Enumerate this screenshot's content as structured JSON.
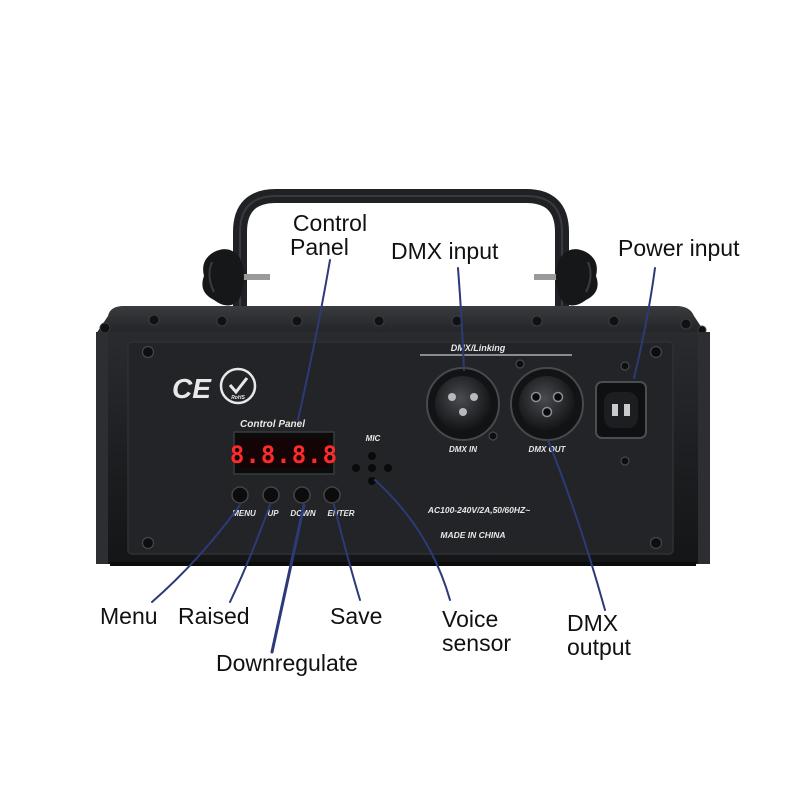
{
  "callouts": {
    "control_panel_l1": "Control",
    "control_panel_l2": "Panel",
    "dmx_input": "DMX input",
    "power_input": "Power input",
    "menu": "Menu",
    "raised": "Raised",
    "save": "Save",
    "voice_sensor_l1": "Voice",
    "voice_sensor_l2": "sensor",
    "dmx_output_l1": "DMX",
    "dmx_output_l2": "output",
    "downregulate": "Downregulate"
  },
  "device": {
    "ce_mark": "CE",
    "rohs_mark": "RoHS",
    "panel_title": "Control Panel",
    "display": "8.8.8.8",
    "buttons": [
      "MENU",
      "UP",
      "DOWN",
      "ENTER"
    ],
    "mic_label": "MIC",
    "dmx_linking": "DMX/Linking",
    "dmx_in": "DMX IN",
    "dmx_out": "DMX OUT",
    "power_rating": "AC100-240V/2A,50/60HZ~",
    "made_in": "MADE IN CHINA"
  },
  "colors": {
    "background": "#ffffff",
    "housing": "#1b1c1e",
    "panel": "#26272a",
    "display_red": "#ff2a2a",
    "leader_line": "#2c3a78"
  }
}
